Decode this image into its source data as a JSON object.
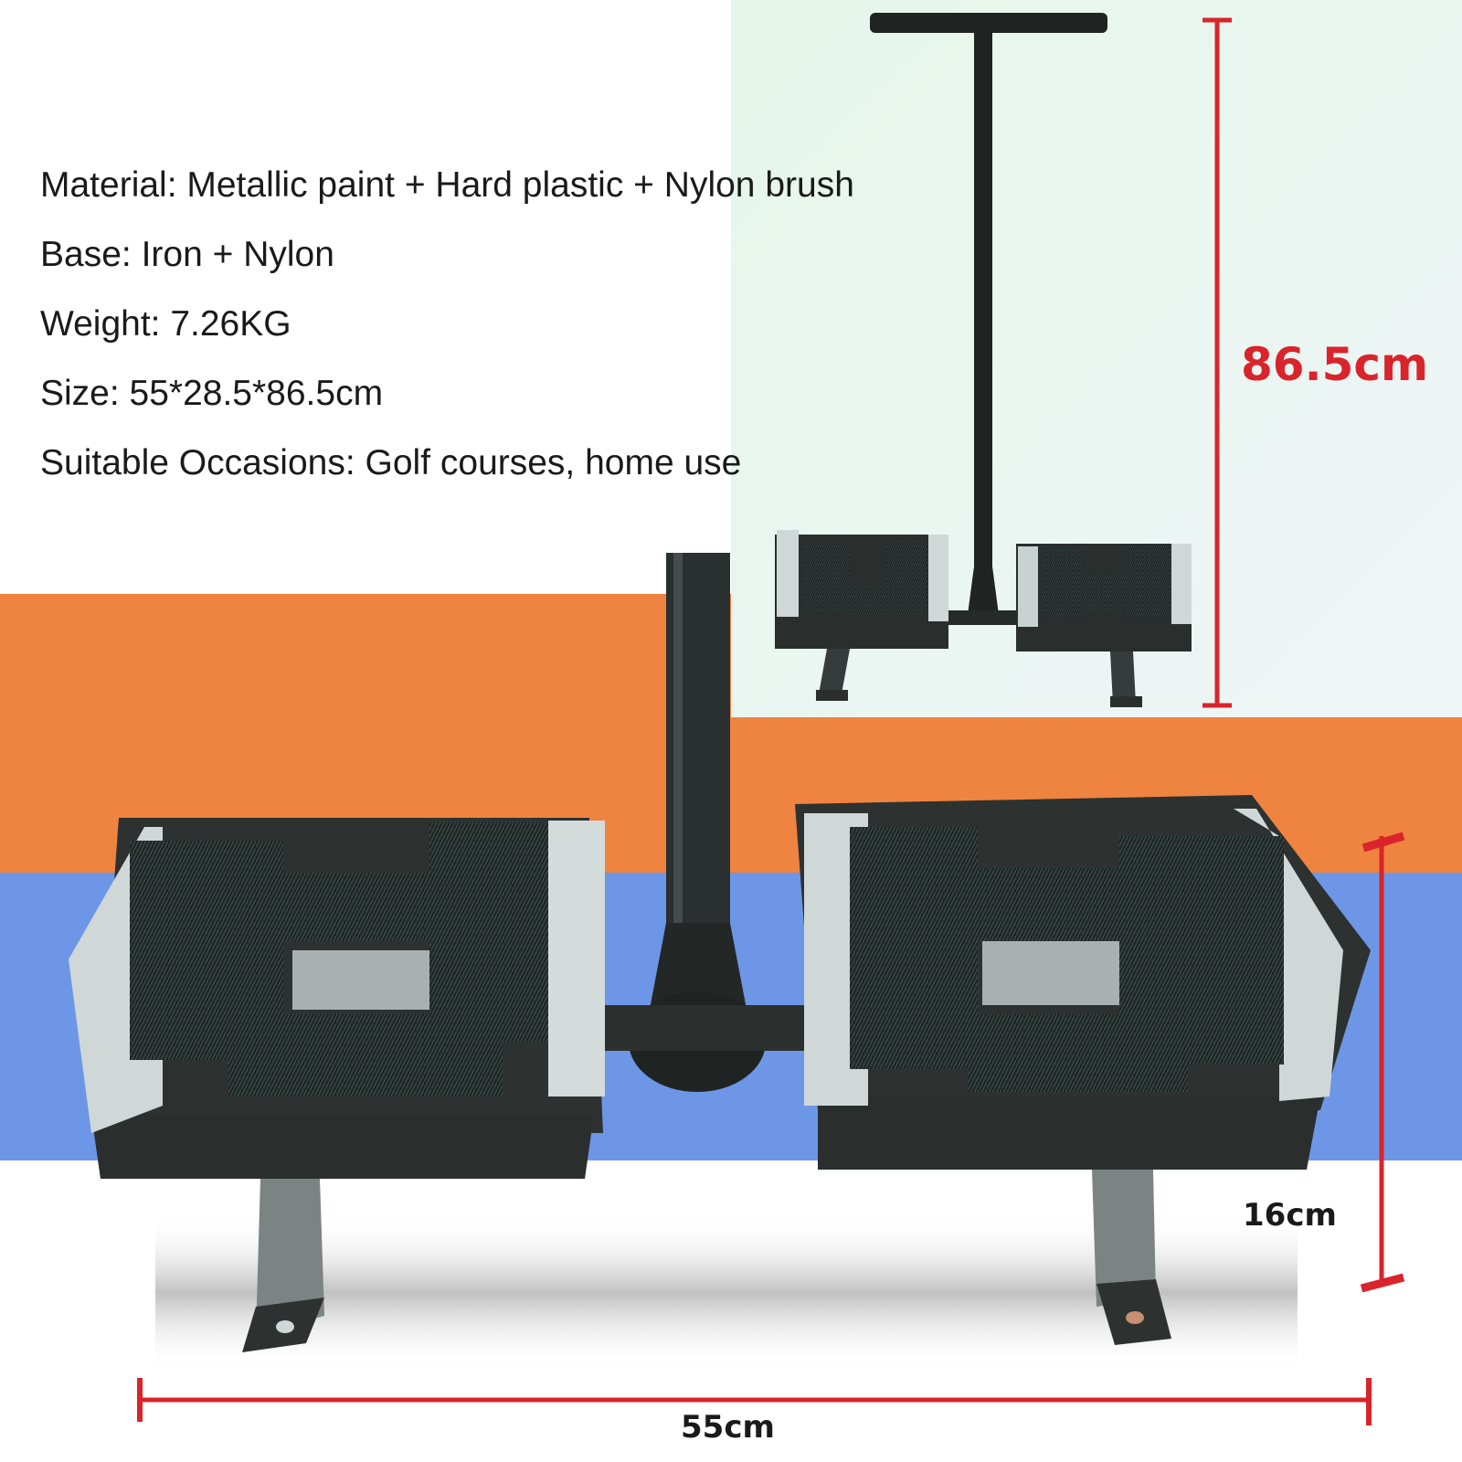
{
  "specs": {
    "material": "Material: Metallic paint + Hard plastic + Nylon brush",
    "base": "Base: Iron + Nylon",
    "weight": "Weight: 7.26KG",
    "size": "Size: 55*28.5*86.5cm",
    "occasions": "Suitable Occasions: Golf courses, home use"
  },
  "dimensions": {
    "total_height": "86.5cm",
    "base_height": "16cm",
    "width": "55cm"
  },
  "colors": {
    "orange_band": "#ef8340",
    "blue_band": "#6e96e6",
    "dimension_red": "#d9242b",
    "inset_background": "#eaf6ee",
    "metal_frame": "#2f3433",
    "plastic_guard": "#cfd8d6",
    "bristles": "#1c2422"
  }
}
